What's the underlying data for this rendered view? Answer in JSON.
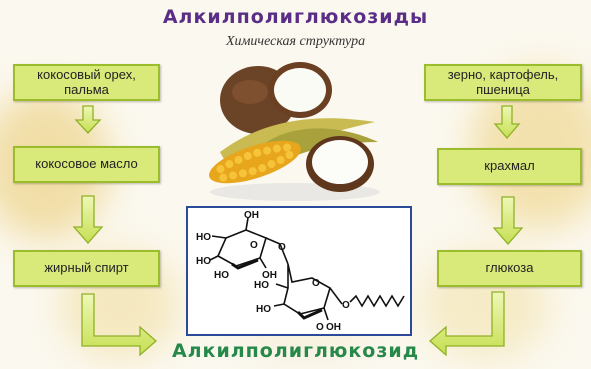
{
  "title": "Алкилполиглюкозиды",
  "subtitle": "Химическая структура",
  "left": {
    "steps": [
      "кокосовый орех,\nпальма",
      "кокосовое масло",
      "жирный спирт"
    ]
  },
  "right": {
    "steps": [
      "зерно, картофель,\nпшеница",
      "крахмал",
      "глюкоза"
    ]
  },
  "structure_labels": [
    "OH",
    "HO",
    "HO",
    "O",
    "O",
    "HO",
    "OH",
    "O",
    "HO",
    "HO",
    "O",
    "O",
    "OH"
  ],
  "result": "Алкилполиглюкозид",
  "colors": {
    "box_fill": "#d9ea7a",
    "box_border": "#9bbd2c",
    "title": "#5a2e86",
    "result": "#26894a",
    "frame": "#2c4a9a"
  }
}
